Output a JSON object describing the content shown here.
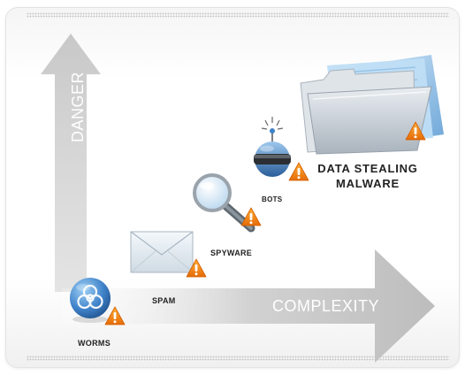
{
  "axes": {
    "vertical_label": "DANGER",
    "horizontal_label": "COMPLEXITY"
  },
  "threats": [
    {
      "label": "WORMS",
      "icon": "biohazard-icon"
    },
    {
      "label": "SPAM",
      "icon": "envelope-icon"
    },
    {
      "label": "SPYWARE",
      "icon": "magnifier-icon"
    },
    {
      "label": "BOTS",
      "icon": "robot-icon"
    },
    {
      "label_line1": "DATA STEALING",
      "label_line2": "MALWARE",
      "icon": "folder-icon"
    }
  ],
  "colors": {
    "arrow_gray": "#c4c4c4",
    "warning_orange": "#f07b12",
    "blue": "#3f82c9"
  }
}
